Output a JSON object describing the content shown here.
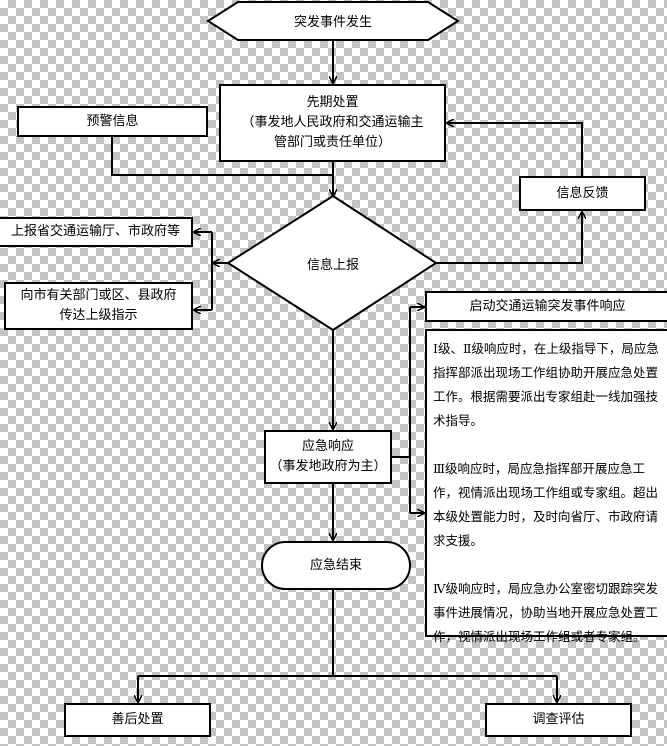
{
  "start": "突发事件发生",
  "initial": {
    "line1": "先期处置",
    "line2": "（事发地人民政府和交通运输主",
    "line3": "管部门或责任单位）"
  },
  "warning": "预警信息",
  "feedback": "信息反馈",
  "report": "信息上报",
  "report_up": "上报省交通运输厅、市政府等",
  "convey": {
    "line1": "向市有关部门或区、县政府",
    "line2": "传达上级指示"
  },
  "launch": "启动交通运输突发事件响应",
  "levels": {
    "p1": "Ⅰ级、Ⅱ级响应时，在上级指导下，局应急指挥部派出现场工作组协助开展应急处置工作。根据需要派出专家组赴一线加强技术指导。",
    "p2": "Ⅲ级响应时，局应急指挥部开展应急工作，视情派出现场工作组或专家组。超出本级处置能力时，及时向省厅、市政府请求支援。",
    "p3": "Ⅳ级响应时，局应急办公室密切跟踪突发事件进展情况，协助当地开展应急处置工作，视情派出现场工作组或者专家组。"
  },
  "response": {
    "line1": "应急响应",
    "line2": "（事发地政府为主）"
  },
  "end": "应急结束",
  "aftermath": "善后处置",
  "investigate": "调查评估"
}
